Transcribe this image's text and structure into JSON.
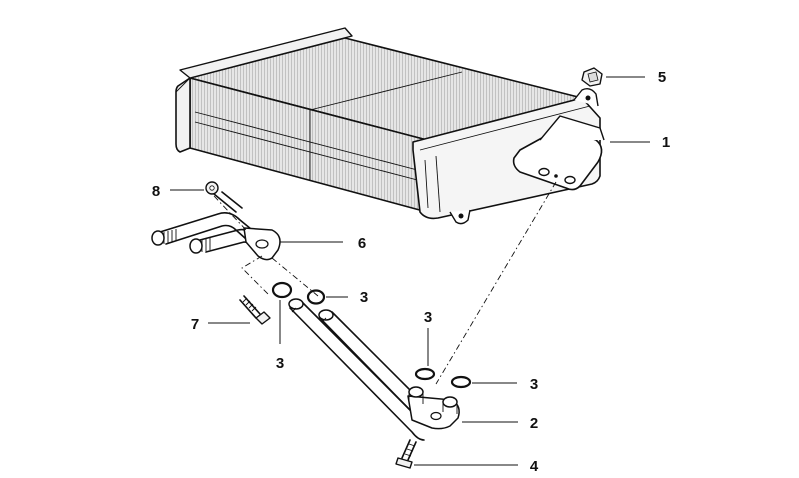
{
  "callouts": [
    {
      "id": "c1",
      "label": "1"
    },
    {
      "id": "c2",
      "label": "2"
    },
    {
      "id": "c3a",
      "label": "3"
    },
    {
      "id": "c3b",
      "label": "3"
    },
    {
      "id": "c3c",
      "label": "3"
    },
    {
      "id": "c3d",
      "label": "3"
    },
    {
      "id": "c4",
      "label": "4"
    },
    {
      "id": "c5",
      "label": "5"
    },
    {
      "id": "c6",
      "label": "6"
    },
    {
      "id": "c7",
      "label": "7"
    },
    {
      "id": "c8",
      "label": "8"
    }
  ]
}
